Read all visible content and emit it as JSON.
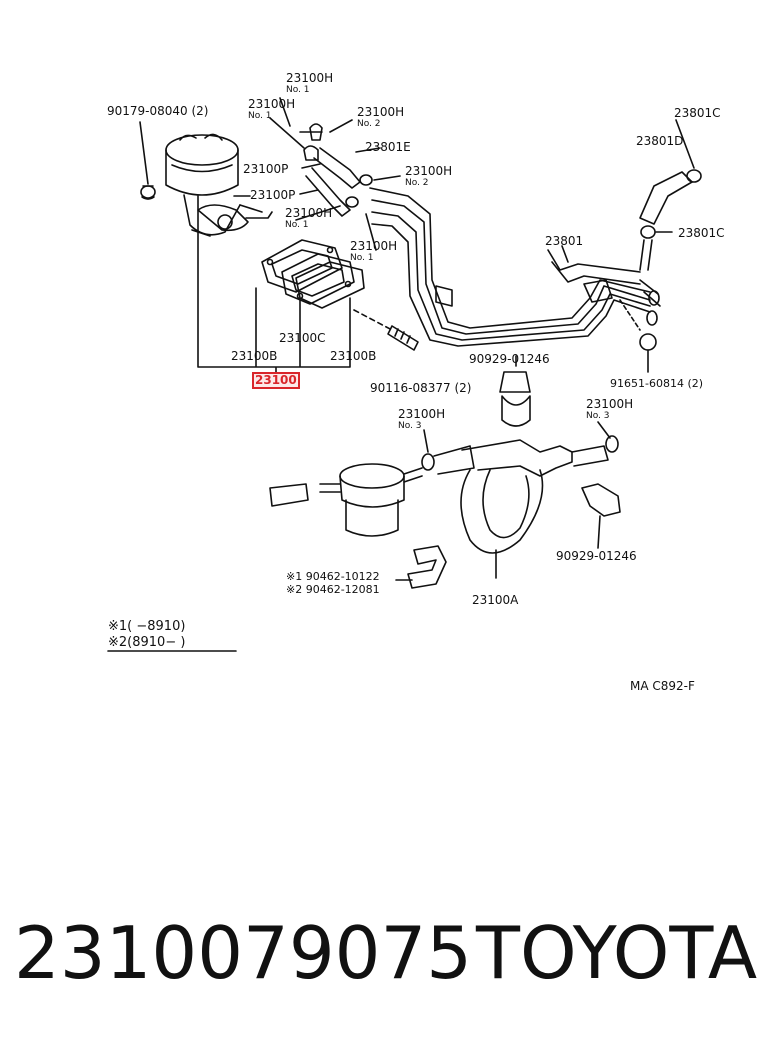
{
  "labels": {
    "clamp_bolt": "90179-08040 (2)",
    "hose_h_top": "23100H",
    "hose_h_top_no": "No. 1",
    "hose_h_left": "23100H",
    "hose_h_left_no": "No. 1",
    "hose_h_no2_a": "23100H",
    "hose_h_no2_a_no": "No. 2",
    "hose_e": "23801E",
    "pipe_p1": "23100P",
    "hose_h_no2_b": "23100H",
    "hose_h_no2_b_no": "No. 2",
    "pipe_p2": "23100P",
    "hose_h_mid": "23100H",
    "hose_h_mid_no": "No. 1",
    "hose_h_low": "23100H",
    "hose_h_low_no": "No. 1",
    "hose_d": "23801D",
    "clamp_c_top": "23801C",
    "clamp_c_mid": "23801C",
    "tube_23801": "23801",
    "gasket_c": "23100C",
    "gasket_b_left": "23100B",
    "gasket_b_right": "23100B",
    "main_part": "23100",
    "stud": "90116-08377 (2)",
    "clip_top": "90929-01246",
    "plug": "91651-60814 (2)",
    "hose_no3_left": "23100H",
    "hose_no3_left_no": "No. 3",
    "hose_no3_right": "23100H",
    "hose_no3_right_no": "No. 3",
    "clip_bottom": "90929-01246",
    "clamp_1": "※1 90462-10122",
    "clamp_2": "※2 90462-12081",
    "hose_a": "23100A",
    "note_1": "※1(     −8910)",
    "note_2": "※2(8910−        )",
    "ref_code": "MA C892-F"
  },
  "footer": {
    "part_number": "2310079075",
    "brand": "TOYOTA"
  },
  "colors": {
    "highlight": "#d9252a",
    "ink": "#111111"
  }
}
